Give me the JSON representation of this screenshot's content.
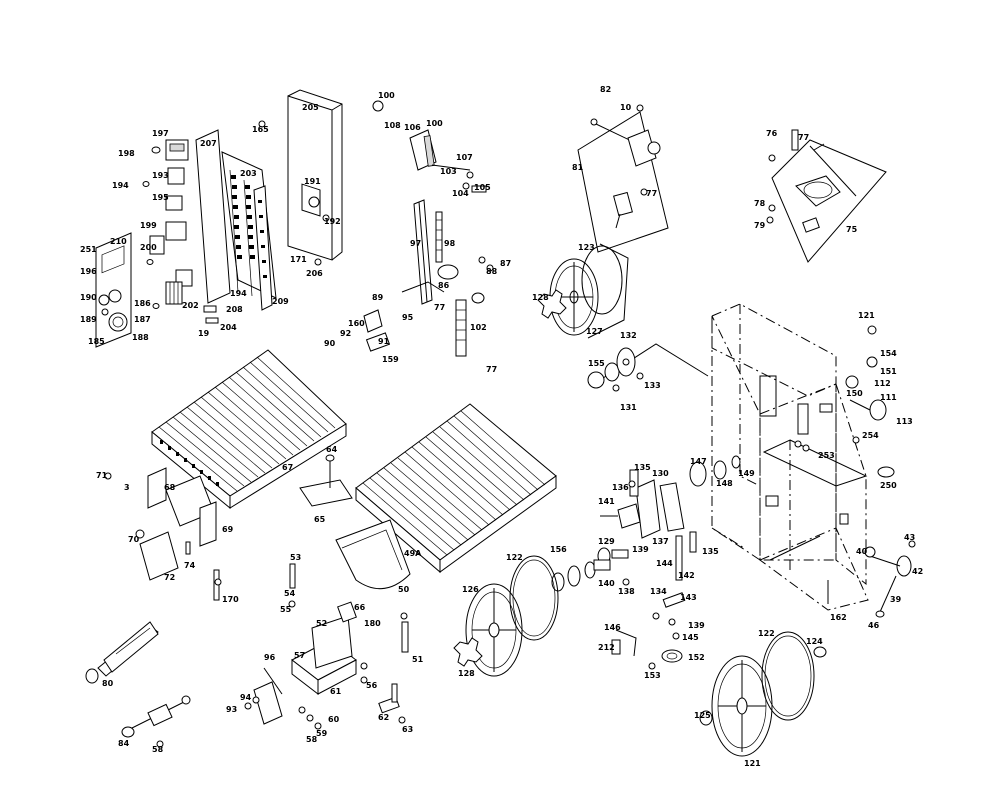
{
  "callouts": [
    {
      "id": "c197",
      "text": "197"
    },
    {
      "id": "c198",
      "text": "198"
    },
    {
      "id": "c207",
      "text": "207"
    },
    {
      "id": "c193",
      "text": "193"
    },
    {
      "id": "c194",
      "text": "194"
    },
    {
      "id": "c195",
      "text": "195"
    },
    {
      "id": "c199",
      "text": "199"
    },
    {
      "id": "c200",
      "text": "200"
    },
    {
      "id": "c203",
      "text": "203"
    },
    {
      "id": "c210",
      "text": "210"
    },
    {
      "id": "c251",
      "text": "251"
    },
    {
      "id": "c196",
      "text": "196"
    },
    {
      "id": "c190",
      "text": "190"
    },
    {
      "id": "c186",
      "text": "186"
    },
    {
      "id": "c187",
      "text": "187"
    },
    {
      "id": "c188",
      "text": "188"
    },
    {
      "id": "c185",
      "text": "185"
    },
    {
      "id": "c189",
      "text": "189"
    },
    {
      "id": "c202",
      "text": "202"
    },
    {
      "id": "c204",
      "text": "204"
    },
    {
      "id": "c208",
      "text": "208"
    },
    {
      "id": "c209",
      "text": "209"
    },
    {
      "id": "c194b",
      "text": "194"
    },
    {
      "id": "c19x",
      "text": "19"
    },
    {
      "id": "c165",
      "text": "165"
    },
    {
      "id": "c205",
      "text": "205"
    },
    {
      "id": "c191",
      "text": "191"
    },
    {
      "id": "c192",
      "text": "192"
    },
    {
      "id": "c171",
      "text": "171"
    },
    {
      "id": "c206",
      "text": "206"
    },
    {
      "id": "c100",
      "text": "100"
    },
    {
      "id": "c108",
      "text": "108"
    },
    {
      "id": "c106",
      "text": "106"
    },
    {
      "id": "c100b",
      "text": "100"
    },
    {
      "id": "c107",
      "text": "107"
    },
    {
      "id": "c103",
      "text": "103"
    },
    {
      "id": "c104",
      "text": "104"
    },
    {
      "id": "c105",
      "text": "105"
    },
    {
      "id": "c97",
      "text": "97"
    },
    {
      "id": "c98",
      "text": "98"
    },
    {
      "id": "c87",
      "text": "87"
    },
    {
      "id": "c88",
      "text": "88"
    },
    {
      "id": "c86",
      "text": "86"
    },
    {
      "id": "c89",
      "text": "89"
    },
    {
      "id": "c95",
      "text": "95"
    },
    {
      "id": "c160",
      "text": "160"
    },
    {
      "id": "c92",
      "text": "92"
    },
    {
      "id": "c90",
      "text": "90"
    },
    {
      "id": "c91",
      "text": "91"
    },
    {
      "id": "c159",
      "text": "159"
    },
    {
      "id": "c102",
      "text": "102"
    },
    {
      "id": "c77a",
      "text": "77"
    },
    {
      "id": "c77b",
      "text": "77"
    },
    {
      "id": "c82",
      "text": "82"
    },
    {
      "id": "c10",
      "text": "10"
    },
    {
      "id": "c81",
      "text": "81"
    },
    {
      "id": "c77c",
      "text": "77"
    },
    {
      "id": "c76",
      "text": "76"
    },
    {
      "id": "c77d",
      "text": "77"
    },
    {
      "id": "c75",
      "text": "75"
    },
    {
      "id": "c78",
      "text": "78"
    },
    {
      "id": "c79",
      "text": "79"
    },
    {
      "id": "c123",
      "text": "123"
    },
    {
      "id": "c128",
      "text": "128"
    },
    {
      "id": "c127",
      "text": "127"
    },
    {
      "id": "c132",
      "text": "132"
    },
    {
      "id": "c155",
      "text": "155"
    },
    {
      "id": "c133",
      "text": "133"
    },
    {
      "id": "c131",
      "text": "131"
    },
    {
      "id": "c121",
      "text": "121"
    },
    {
      "id": "c154",
      "text": "154"
    },
    {
      "id": "c151",
      "text": "151"
    },
    {
      "id": "c150",
      "text": "150"
    },
    {
      "id": "c111",
      "text": "111"
    },
    {
      "id": "c112",
      "text": "112"
    },
    {
      "id": "c113",
      "text": "113"
    },
    {
      "id": "c254",
      "text": "254"
    },
    {
      "id": "c253",
      "text": "253"
    },
    {
      "id": "c250",
      "text": "250"
    },
    {
      "id": "c147",
      "text": "147"
    },
    {
      "id": "c148",
      "text": "148"
    },
    {
      "id": "c149",
      "text": "149"
    },
    {
      "id": "c135",
      "text": "135"
    },
    {
      "id": "c136",
      "text": "136"
    },
    {
      "id": "c130",
      "text": "130"
    },
    {
      "id": "c141",
      "text": "141"
    },
    {
      "id": "c137",
      "text": "137"
    },
    {
      "id": "c139",
      "text": "139"
    },
    {
      "id": "c135b",
      "text": "135"
    },
    {
      "id": "c140",
      "text": "140"
    },
    {
      "id": "c138",
      "text": "138"
    },
    {
      "id": "c144",
      "text": "144"
    },
    {
      "id": "c142",
      "text": "142"
    },
    {
      "id": "c162",
      "text": "162"
    },
    {
      "id": "c40",
      "text": "40"
    },
    {
      "id": "c43",
      "text": "43"
    },
    {
      "id": "c42",
      "text": "42"
    },
    {
      "id": "c39",
      "text": "39"
    },
    {
      "id": "c46",
      "text": "46"
    },
    {
      "id": "c67",
      "text": "67"
    },
    {
      "id": "c71",
      "text": "71"
    },
    {
      "id": "c68",
      "text": "68"
    },
    {
      "id": "c69",
      "text": "69"
    },
    {
      "id": "c70",
      "text": "70"
    },
    {
      "id": "c72",
      "text": "72"
    },
    {
      "id": "c74",
      "text": "74"
    },
    {
      "id": "c170",
      "text": "170"
    },
    {
      "id": "c64",
      "text": "64"
    },
    {
      "id": "c65",
      "text": "65"
    },
    {
      "id": "c49a",
      "text": "49A"
    },
    {
      "id": "c66",
      "text": "66"
    },
    {
      "id": "c50",
      "text": "50"
    },
    {
      "id": "c53",
      "text": "53"
    },
    {
      "id": "c54",
      "text": "54"
    },
    {
      "id": "c55",
      "text": "55"
    },
    {
      "id": "c52",
      "text": "52"
    },
    {
      "id": "c180",
      "text": "180"
    },
    {
      "id": "c51",
      "text": "51"
    },
    {
      "id": "c56",
      "text": "56"
    },
    {
      "id": "c57",
      "text": "57"
    },
    {
      "id": "c61",
      "text": "61"
    },
    {
      "id": "c96",
      "text": "96"
    },
    {
      "id": "c93",
      "text": "93"
    },
    {
      "id": "c94",
      "text": "94"
    },
    {
      "id": "c59",
      "text": "59"
    },
    {
      "id": "c58a",
      "text": "58"
    },
    {
      "id": "c60",
      "text": "60"
    },
    {
      "id": "c62",
      "text": "62"
    },
    {
      "id": "c63",
      "text": "63"
    },
    {
      "id": "c80",
      "text": "80"
    },
    {
      "id": "c84",
      "text": "84"
    },
    {
      "id": "c58b",
      "text": "58"
    },
    {
      "id": "c126",
      "text": "126"
    },
    {
      "id": "c122",
      "text": "122"
    },
    {
      "id": "c156",
      "text": "156"
    },
    {
      "id": "c129",
      "text": "129"
    },
    {
      "id": "c128b",
      "text": "128"
    },
    {
      "id": "c134",
      "text": "134"
    },
    {
      "id": "c146",
      "text": "146"
    },
    {
      "id": "c212",
      "text": "212"
    },
    {
      "id": "c143",
      "text": "143"
    },
    {
      "id": "c145",
      "text": "145"
    },
    {
      "id": "c152",
      "text": "152"
    },
    {
      "id": "c153",
      "text": "153"
    },
    {
      "id": "c139b",
      "text": "139"
    },
    {
      "id": "c122b",
      "text": "122"
    },
    {
      "id": "c124",
      "text": "124"
    },
    {
      "id": "c125",
      "text": "125"
    },
    {
      "id": "c121b",
      "text": "121"
    },
    {
      "id": "c3",
      "text": "3"
    }
  ]
}
